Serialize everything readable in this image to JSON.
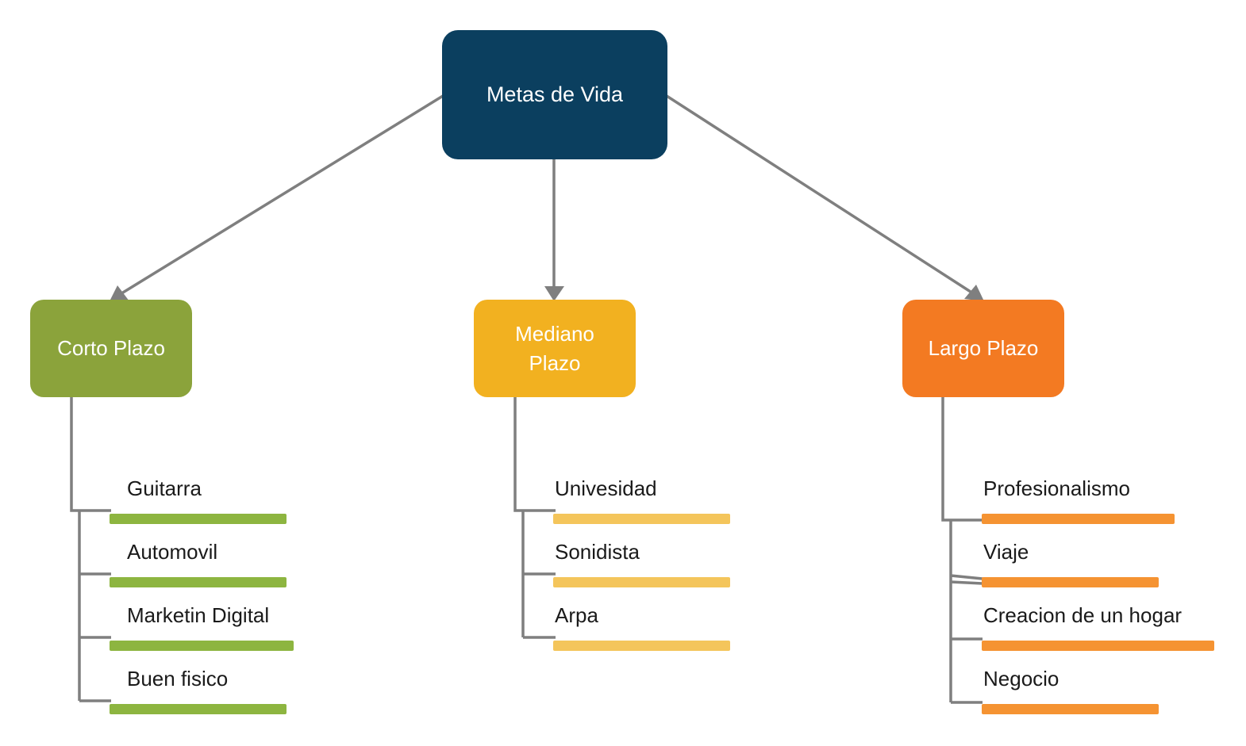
{
  "root": {
    "label": "Metas de Vida",
    "color": "#0b3f5f"
  },
  "line_color": "#7f7f7f",
  "categories": [
    {
      "label": "Corto Plazo",
      "color": "#8ba33b",
      "bar_color": "#8db540",
      "items": [
        "Guitarra",
        "Automovil",
        "Marketin Digital",
        "Buen fisico"
      ]
    },
    {
      "label": "Mediano Plazo",
      "color": "#f2b120",
      "bar_color": "#f4c55b",
      "items": [
        "Univesidad",
        "Sonidista",
        "Arpa"
      ]
    },
    {
      "label": "Largo Plazo",
      "color": "#f37a22",
      "bar_color": "#f59332",
      "items": [
        "Profesionalismo",
        "Viaje",
        "Creacion de un hogar",
        "Negocio"
      ]
    }
  ]
}
